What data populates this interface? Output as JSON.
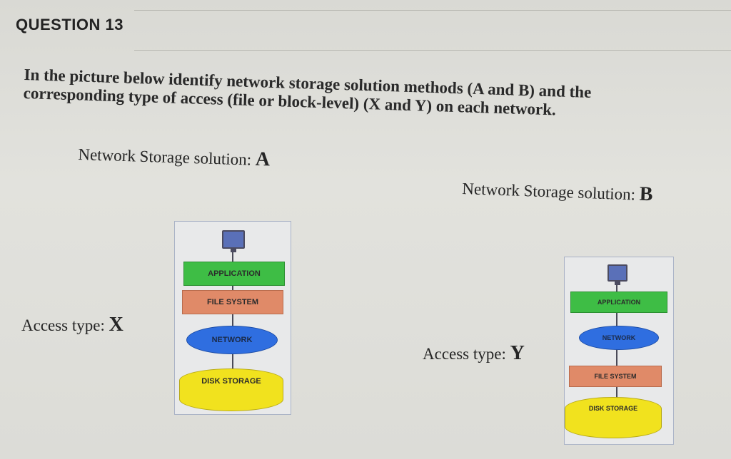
{
  "question": {
    "title": "QUESTION 13"
  },
  "prompt": {
    "line1": "In the picture below identify network storage solution methods (A and B) and the",
    "line2": "corresponding type of access (file or block-level) (X and Y) on each network."
  },
  "labels": {
    "solution_a_text": "Network Storage solution:",
    "solution_a_letter": "A",
    "solution_b_text": "Network Storage solution:",
    "solution_b_letter": "B",
    "access_x_text": "Access type:",
    "access_x_letter": "X",
    "access_y_text": "Access type:",
    "access_y_letter": "Y"
  },
  "diagram_a": {
    "icon": "monitor-icon",
    "layers": [
      "APPLICATION",
      "FILE SYSTEM",
      "NETWORK",
      "DISK STORAGE"
    ]
  },
  "diagram_b": {
    "icon": "monitor-icon",
    "layers": [
      "APPLICATION",
      "NETWORK",
      "FILE SYSTEM",
      "DISK STORAGE"
    ]
  },
  "colors": {
    "application": "#3ebd45",
    "file_system": "#e08a68",
    "network": "#2f6ee0",
    "disk_storage": "#f1e21e"
  }
}
